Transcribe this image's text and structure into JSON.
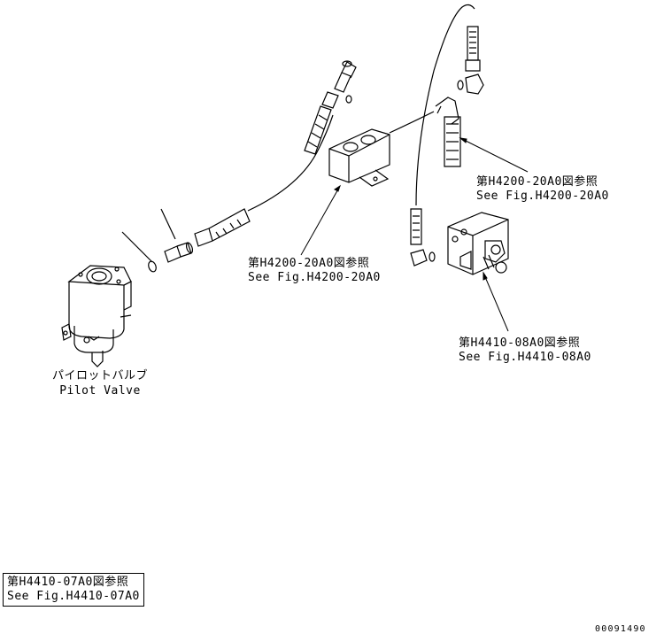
{
  "labels": {
    "pilot_valve_jp": "パイロットバルブ",
    "pilot_valve_en": "Pilot Valve",
    "ref_block_jp": "第H4200-20A0図参照",
    "ref_block_en": "See Fig.H4200-20A0",
    "ref_right_jp": "第H4200-20A0図参照",
    "ref_right_en": "See Fig.H4200-20A0",
    "ref_lower_jp": "第H4410-08A0図参照",
    "ref_lower_en": "See Fig.H4410-08A0",
    "ref_box_jp": "第H4410-07A0図参照",
    "ref_box_en": "See Fig.H4410-07A0"
  },
  "drawing_code": "00091490"
}
